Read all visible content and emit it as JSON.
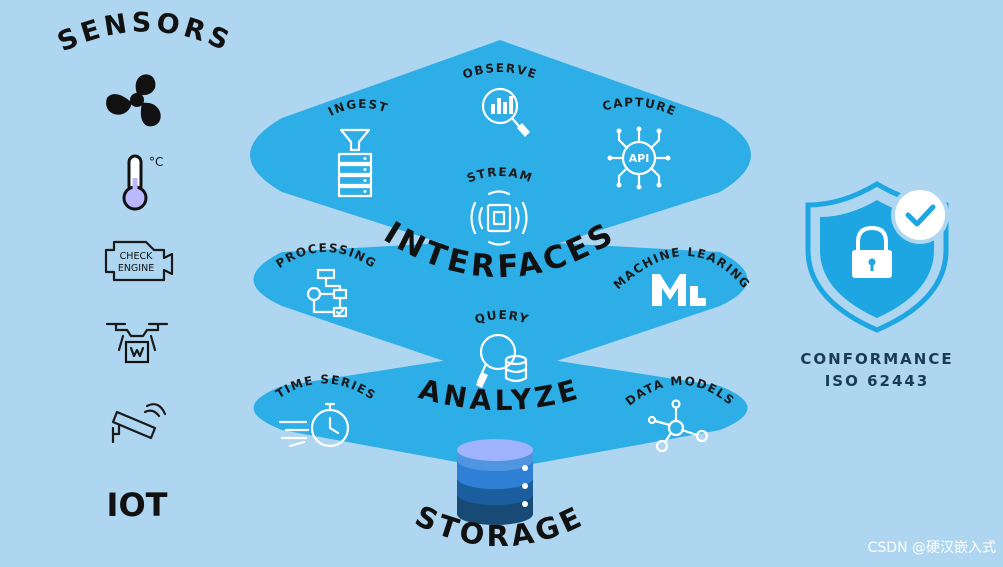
{
  "title": "SENSORS",
  "sensors": [
    {
      "icon": "fan-icon"
    },
    {
      "icon": "thermometer-icon",
      "unit": "°C"
    },
    {
      "icon": "check-engine-icon",
      "text_line1": "CHECK",
      "text_line2": "ENGINE"
    },
    {
      "icon": "drone-icon"
    },
    {
      "icon": "security-camera-icon"
    },
    {
      "icon": "iot-icon",
      "text": "IOT"
    }
  ],
  "layers": {
    "interfaces": {
      "title": "INTERFACES",
      "items": [
        {
          "label": "OBSERVE",
          "icon": "observe-magnifier-chart-icon"
        },
        {
          "label": "INGEST",
          "icon": "ingest-funnel-server-icon"
        },
        {
          "label": "CAPTURE",
          "icon": "api-chip-icon",
          "icon_text": "API"
        },
        {
          "label": "STREAM",
          "icon": "stream-signal-icon"
        }
      ]
    },
    "analyze": {
      "title": "ANALYZE",
      "items": [
        {
          "label": "PROCESSING",
          "icon": "processing-flowchart-icon"
        },
        {
          "label": "MACHINE LEARING",
          "icon": "ml-logo-icon"
        },
        {
          "label": "QUERY",
          "icon": "query-database-magnifier-icon"
        }
      ]
    },
    "storage": {
      "title": "STORAGE",
      "items": [
        {
          "label": "TIME SERIES",
          "icon": "stopwatch-icon"
        },
        {
          "label": "DATA MODELS",
          "icon": "network-nodes-icon"
        }
      ],
      "center_icon": "database-stack-icon"
    }
  },
  "conformance": {
    "line1": "CONFORMANCE",
    "line2": "ISO 62443",
    "icon": "shield-lock-check-icon"
  },
  "watermark": "CSDN @硬汉嵌入式",
  "colors": {
    "background": "#aed6f1",
    "layer": "#2eaee6",
    "shield": "#1ea6e3",
    "text_dark": "#111111",
    "conformance_text": "#1a3a55",
    "db_top": "#9fb3ff",
    "db_mid": "#2f7fd4",
    "db_low": "#1b5e9e",
    "db_bottom": "#174a75"
  }
}
